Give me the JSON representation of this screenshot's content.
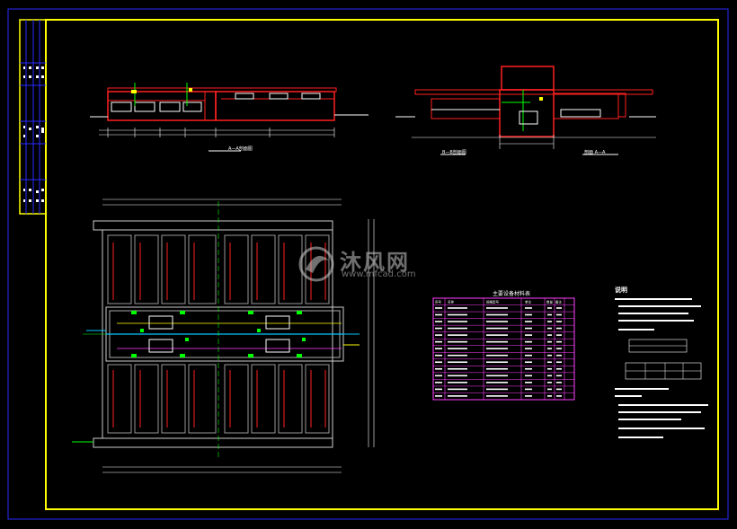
{
  "watermark": {
    "brand": "沐风网",
    "url": "www.mfcad.com"
  },
  "drawing": {
    "table_title": "主要设备材料表",
    "notes_title": "说明",
    "section_labels": [
      "A—A剖面图",
      "B—B剖面图",
      "剖面 A—A"
    ],
    "table_header": [
      "序号",
      "名称",
      "规格型号",
      "单位",
      "数量",
      "备注"
    ],
    "table_rows": 14
  }
}
